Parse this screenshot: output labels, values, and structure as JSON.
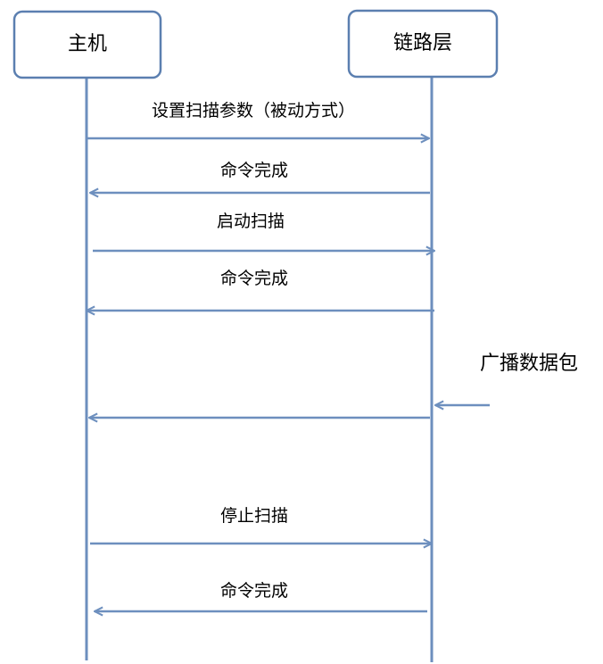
{
  "participants": {
    "host": "主机",
    "link_layer": "链路层"
  },
  "messages": [
    {
      "label": "设置扫描参数（被动方式）",
      "from": "host",
      "to": "link_layer"
    },
    {
      "label": "命令完成",
      "from": "link_layer",
      "to": "host"
    },
    {
      "label": "启动扫描",
      "from": "host",
      "to": "link_layer"
    },
    {
      "label": "命令完成",
      "from": "link_layer",
      "to": "host"
    },
    {
      "label": "",
      "from": "link_layer",
      "to": "host"
    },
    {
      "label": "停止扫描",
      "from": "host",
      "to": "link_layer"
    },
    {
      "label": "命令完成",
      "from": "link_layer",
      "to": "host"
    }
  ],
  "external_event": {
    "label": "广播数据包",
    "to": "link_layer"
  },
  "colors": {
    "line": "#6d8fbe",
    "box_border": "#5b7fb0"
  }
}
